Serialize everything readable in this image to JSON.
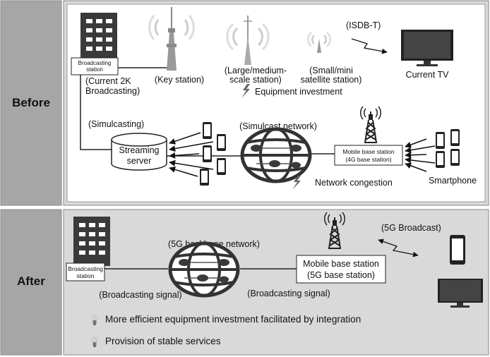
{
  "sections": {
    "before": "Before",
    "after": "After"
  },
  "before": {
    "broadcasting_station": [
      "Broadcasting",
      "station"
    ],
    "current_2k": [
      "(Current 2K",
      "Broadcasting)"
    ],
    "key_station": "(Key station)",
    "large_medium": [
      "(Large/medium-",
      "scale station)"
    ],
    "small_mini": [
      "(Small/mini",
      "satellite station)"
    ],
    "isdb_t": "(ISDB-T)",
    "current_tv": "Current TV",
    "equipment_investment": "Equipment investment",
    "simulcasting": "(Simulcasting)",
    "simulcast_network": "(Simulcast network)",
    "streaming_server": [
      "Streaming",
      "server"
    ],
    "mobile_base_4g": [
      "Mobile base station",
      "(4G base station)"
    ],
    "network_congestion": "Network congestion",
    "smartphone": "Smartphone"
  },
  "after": {
    "broadcasting_station": [
      "Broadcasting",
      "station"
    ],
    "backbone": "(5G backbone network)",
    "mobile_base_5g": [
      "Mobile base station",
      "(5G base station)"
    ],
    "broadcast_5g": "(5G Broadcast)",
    "signal_left": "(Broadcasting signal)",
    "signal_right": "(Broadcasting signal)",
    "benefit_1": "More efficient equipment investment facilitated by integration",
    "benefit_2": "Provision of stable services"
  },
  "colors": {
    "side_panel": "#a6a6a6",
    "after_panel": "#d9d9d9",
    "dark": "#3a3a3a"
  },
  "icons": [
    "building-icon",
    "broadcast-tower-icon",
    "antenna-icon",
    "tv-icon",
    "smartphone-icon",
    "globe-network-icon",
    "server-icon",
    "bolt-icon",
    "lightbulb-icon"
  ]
}
